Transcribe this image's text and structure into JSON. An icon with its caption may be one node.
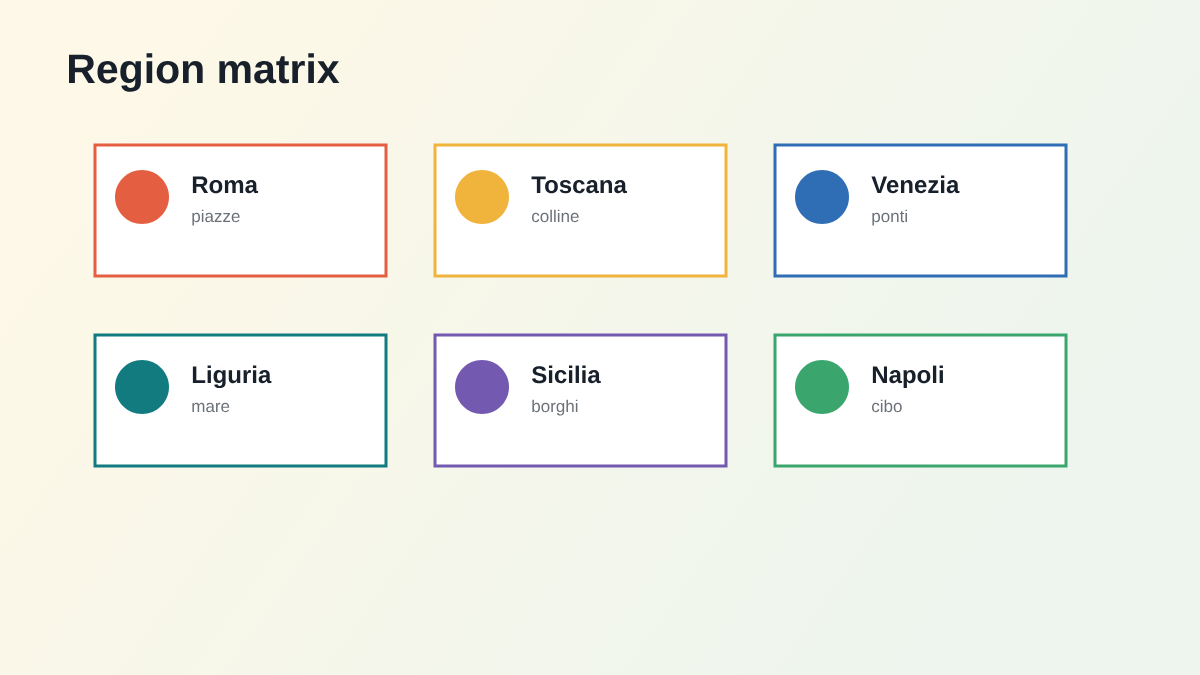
{
  "diagram": {
    "title": "Region matrix",
    "nodes": [
      {
        "text": [
          "Roma",
          "piazze"
        ]
      },
      {
        "text": [
          "Toscana",
          "colline"
        ]
      },
      {
        "text": [
          "Venezia",
          "ponti"
        ]
      },
      {
        "text": [
          "Liguria",
          "mare"
        ]
      },
      {
        "text": [
          "Sicilia",
          "borghi"
        ]
      },
      {
        "text": [
          "Napoli",
          "cibo"
        ]
      }
    ]
  }
}
